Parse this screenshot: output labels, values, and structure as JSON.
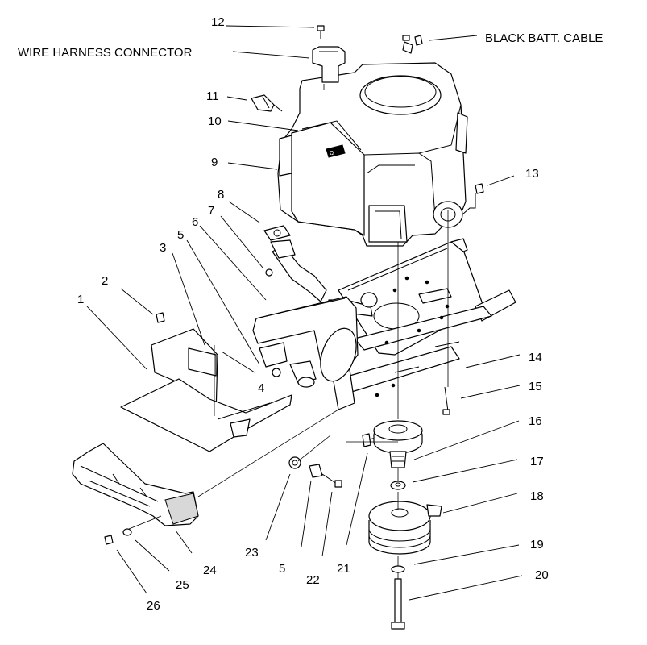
{
  "callouts": {
    "c1": "1",
    "c2": "2",
    "c3": "3",
    "c4": "4",
    "c5a": "5",
    "c5b": "5",
    "c6": "6",
    "c7": "7",
    "c8": "8",
    "c9": "9",
    "c10": "10",
    "c11": "11",
    "c12": "12",
    "c13": "13",
    "c14": "14",
    "c15": "15",
    "c16": "16",
    "c17": "17",
    "c18": "18",
    "c19": "19",
    "c20": "20",
    "c21": "21",
    "c22": "22",
    "c23": "23",
    "c24": "24",
    "c25": "25",
    "c26": "26"
  },
  "labels": {
    "wire_harness": "WIRE HARNESS CONNECTOR",
    "black_batt": "BLACK BATT. CABLE"
  },
  "engine_badge": "Ω"
}
